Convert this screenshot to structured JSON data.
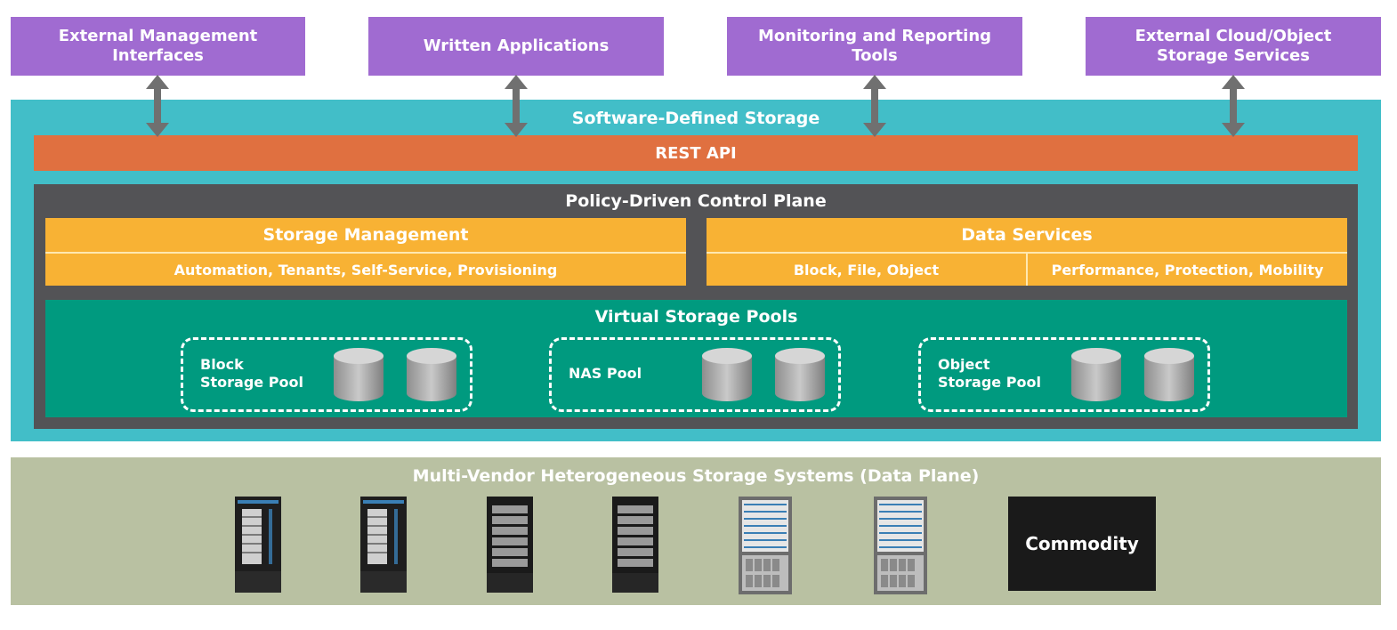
{
  "top_boxes": [
    {
      "label": "External Management\nInterfaces"
    },
    {
      "label": "Written Applications"
    },
    {
      "label": "Monitoring and Reporting\nTools"
    },
    {
      "label": "External Cloud/Object\nStorage Services"
    }
  ],
  "sds": {
    "title": "Software-Defined Storage",
    "rest_api": "REST API"
  },
  "control_plane": {
    "title": "Policy-Driven Control Plane",
    "storage_management": {
      "title": "Storage Management",
      "subtitle": "Automation, Tenants, Self-Service, Provisioning"
    },
    "data_services": {
      "title": "Data Services",
      "sub_left": "Block, File, Object",
      "sub_right": "Performance, Protection, Mobility"
    }
  },
  "virtual_pools": {
    "title": "Virtual Storage Pools",
    "pools": [
      {
        "label": "Block\nStorage Pool"
      },
      {
        "label": "NAS Pool"
      },
      {
        "label": "Object\nStorage Pool"
      }
    ]
  },
  "data_plane": {
    "title": "Multi-Vendor Heterogeneous Storage Systems (Data Plane)",
    "commodity": "Commodity"
  },
  "colors": {
    "purple": "#a06bd1",
    "teal": "#42bec8",
    "orange_rest": "#e07040",
    "dark": "#535356",
    "gold": "#f8b234",
    "green": "#009a7f",
    "khaki": "#b9c1a2"
  }
}
